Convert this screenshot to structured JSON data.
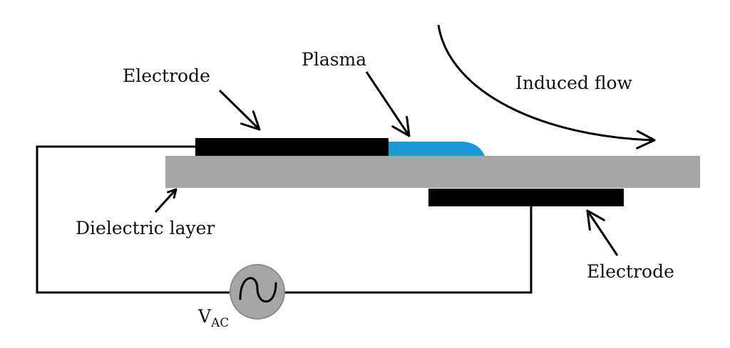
{
  "title": "Plasma actuator (DBD) schematic",
  "labels": {
    "electrode_top": "Electrode",
    "plasma": "Plasma",
    "induced_flow": "Induced flow",
    "dielectric": "Dielectric layer",
    "electrode_bottom": "Electrode",
    "vac_main": "V",
    "vac_sub": "AC"
  },
  "components": [
    {
      "id": "exposed-electrode",
      "label": "Electrode",
      "color": "#000000"
    },
    {
      "id": "plasma-region",
      "label": "Plasma",
      "color": "#1a9ad6"
    },
    {
      "id": "dielectric-layer",
      "label": "Dielectric layer",
      "color": "#a6a6a6"
    },
    {
      "id": "encapsulated-electrode",
      "label": "Electrode",
      "color": "#000000"
    },
    {
      "id": "ac-source",
      "label": "VAC",
      "color": "#a6a6a6",
      "icon": "sine-wave-icon"
    }
  ],
  "colors": {
    "wire": "#000000",
    "dielectric": "#a6a6a6",
    "electrode": "#000000",
    "plasma": "#1a9ad6",
    "source_fill": "#a6a6a6",
    "source_stroke": "#8c8c8c",
    "text": "#111111"
  }
}
